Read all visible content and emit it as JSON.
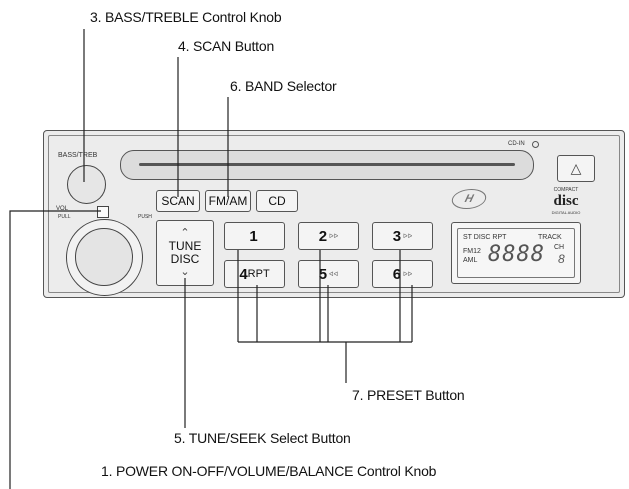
{
  "callouts": {
    "bass_treble": "3. BASS/TREBLE Control Knob",
    "scan": "4. SCAN Button",
    "band": "6. BAND Selector",
    "preset": "7. PRESET Button",
    "tune": "5. TUNE/SEEK Select Button",
    "power": "1. POWER ON-OFF/VOLUME/BALANCE Control Knob"
  },
  "unit": {
    "bass_label": "BASS/TREB",
    "vol_label": "VOL",
    "pull_label": "PULL",
    "push_label": "PUSH",
    "cd_in_label": "CD-IN",
    "scan_label": "SCAN",
    "fmam_label": "FM/AM",
    "cd_label": "CD",
    "tune_line1": "TUNE",
    "tune_line2": "DISC",
    "eject_symbol": "△",
    "logo_text": "H",
    "disc_logo": "disc",
    "disc_logo_top": "COMPACT",
    "disc_logo_bottom": "DIGITAL AUDIO",
    "presets": [
      {
        "label": "1",
        "glyph": ""
      },
      {
        "label": "2",
        "glyph": "ᐅᐅ"
      },
      {
        "label": "3",
        "glyph": "ᐅᐅ"
      },
      {
        "label": "4",
        "glyph": "RPT"
      },
      {
        "label": "5",
        "glyph": "ᐊᐊ"
      },
      {
        "label": "6",
        "glyph": "ᐅᐅ"
      }
    ],
    "lcd": {
      "top": "ST DISC RPT",
      "track": "TRACK",
      "band1": "FM12",
      "band2": "AML",
      "digits": "8888",
      "ch": "CH",
      "small_digits": "8"
    }
  }
}
